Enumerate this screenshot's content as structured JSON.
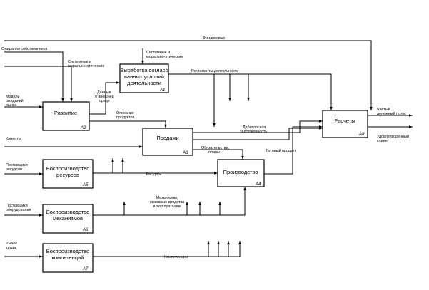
{
  "colors": {
    "line": "#000000",
    "box_fill": "#ffffff",
    "background": "#ffffff"
  },
  "boxes": {
    "a1": {
      "title_lines": [
        "Выработка согласо",
        "ванных условий",
        "деятельности"
      ],
      "number": "А1"
    },
    "a2": {
      "title_lines": [
        "Развитие"
      ],
      "number": "А2"
    },
    "a3": {
      "title_lines": [
        "Продажи"
      ],
      "number": "А3"
    },
    "a4": {
      "title_lines": [
        "Производство"
      ],
      "number": "А4"
    },
    "a5": {
      "title_lines": [
        "Воспроизводство",
        "ресурсов"
      ],
      "number": "А5"
    },
    "a6": {
      "title_lines": [
        "Воспроизводство",
        "механизмов"
      ],
      "number": "А6"
    },
    "a7": {
      "title_lines": [
        "Воспроизводство",
        "компетенций"
      ],
      "number": "А7"
    },
    "a8": {
      "title_lines": [
        "Расчеты"
      ],
      "number": "А8"
    }
  },
  "labels": {
    "finansovye": [
      "Финансовые"
    ],
    "ozhidaniya_sobstvennikov": [
      "Ожидания собственников"
    ],
    "sistemnye_1": [
      "Системные и",
      "морально-этические"
    ],
    "sistemnye_2": [
      "Системные и",
      "морально-этические"
    ],
    "reglamenty": [
      "Регламенты деятельности"
    ],
    "model_rynka": [
      "Модель",
      "ожиданий",
      "рынка"
    ],
    "dannye_sredy": [
      "Данные",
      "о внешней",
      "среде"
    ],
    "opisanie_produktov": [
      "Описание",
      "продуктов"
    ],
    "klienty": [
      "Клиенты"
    ],
    "debitorskaya": [
      "Дебиторская",
      "задолженность"
    ],
    "obyazatelstva": [
      "Обязательства,",
      "планы"
    ],
    "gotovyi_produkt": [
      "Готовый продукт"
    ],
    "chistyi_potok": [
      "Чистый",
      "денежный поток"
    ],
    "udovletvorennyi_klient": [
      "Удовлетворенный",
      "клиент"
    ],
    "postavshchiki_resursov": [
      "Поставщики",
      "ресурсов"
    ],
    "resursy": [
      "Ресурсы"
    ],
    "postavshchiki_oborudovaniya": [
      "Поставщики",
      "оборудования"
    ],
    "mekhanizmy": [
      "Механизмы,",
      "основные средства",
      "в эксплуатацию"
    ],
    "rynok_truda": [
      "Рынок",
      "труда"
    ],
    "kompetentsii": [
      "Компетенции"
    ]
  }
}
